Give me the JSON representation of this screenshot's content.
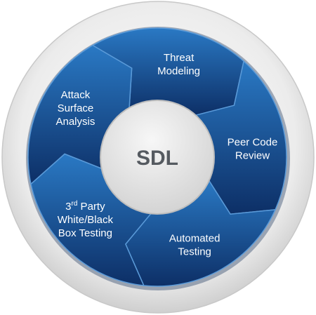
{
  "diagram": {
    "center_label": "SDL",
    "segments": [
      {
        "id": "threat-modeling",
        "lines": [
          "Threat",
          "Modeling"
        ]
      },
      {
        "id": "peer-code-review",
        "lines": [
          "Peer Code",
          "Review"
        ]
      },
      {
        "id": "automated-testing",
        "lines": [
          "Automated",
          "Testing"
        ]
      },
      {
        "id": "third-party-testing",
        "lines": [
          "3rd Party",
          "White/Black",
          "Box Testing"
        ],
        "superscript": "rd"
      },
      {
        "id": "attack-surface-analysis",
        "lines": [
          "Attack",
          "Surface",
          "Analysis"
        ]
      }
    ],
    "colors": {
      "outer_ring": "#e6e6e6",
      "segment_light": "#2a79c4",
      "segment_dark": "#0d2f66",
      "center_fill": "#e3e3e3",
      "center_text": "#555a60",
      "label_text": "#ffffff"
    }
  }
}
